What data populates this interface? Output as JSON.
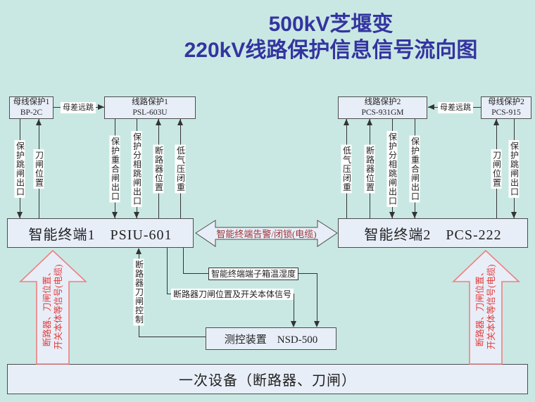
{
  "title": {
    "line1": "500kV芝堰变",
    "line2": "220kV线路保护信息信号流向图"
  },
  "boxes": {
    "bus_protection_1": {
      "line1": "母线保护1",
      "line2": "BP-2C"
    },
    "line_protection_1": {
      "line1": "线路保护1",
      "line2": "PSL-603U"
    },
    "line_protection_2": {
      "line1": "线路保护2",
      "line2": "PCS-931GM"
    },
    "bus_protection_2": {
      "line1": "母线保护2",
      "line2": "PCS-915"
    },
    "smart_terminal_1": "智能终端1　PSIU-601",
    "smart_terminal_2": "智能终端2　PCS-222",
    "measure_control": "测控装置　NSD-500",
    "primary_equipment": "一次设备（断路器、刀闸）"
  },
  "connectors": {
    "bus_diff_remote_trip_left": "母差远跳",
    "bus_diff_remote_trip_right": "母差远跳",
    "terminal_alarm_block": "智能终端告警/闭锁(电缆)",
    "terminal_box_humidity": "智能终端端子箱温湿度",
    "breaker_switch_position_signal": "断路器刀闸位置及开关本体信号",
    "breaker_switch_control": "断路器刀闸控制",
    "big_arrow_line1": "断路器、刀闸位置、",
    "big_arrow_line2": "开关本体等信号(电缆)"
  },
  "signals_left": [
    {
      "label": "保护跳闸出口",
      "direction": "down"
    },
    {
      "label": "刀闸位置",
      "direction": "up"
    },
    {
      "label": "保护重合闸出口",
      "direction": "down"
    },
    {
      "label": "保护分相跳闸出口",
      "direction": "down"
    },
    {
      "label": "断路器位置",
      "direction": "up"
    },
    {
      "label": "低气压闭重",
      "direction": "up"
    }
  ],
  "signals_right": [
    {
      "label": "低气压闭重",
      "direction": "up"
    },
    {
      "label": "断路器位置",
      "direction": "up"
    },
    {
      "label": "保护分相跳闸出口",
      "direction": "down"
    },
    {
      "label": "保护重合闸出口",
      "direction": "down"
    },
    {
      "label": "刀闸位置",
      "direction": "up"
    },
    {
      "label": "保护跳闸出口",
      "direction": "down"
    }
  ],
  "colors": {
    "background": "#c9e8e3",
    "box_fill": "#e8eef8",
    "box_border": "#4c4c4c",
    "title_text": "#3434a0",
    "alarm_text": "#9c3434",
    "big_arrow_border": "#ef7f7f",
    "big_arrow_text": "#e23b3b",
    "line": "#333333"
  }
}
